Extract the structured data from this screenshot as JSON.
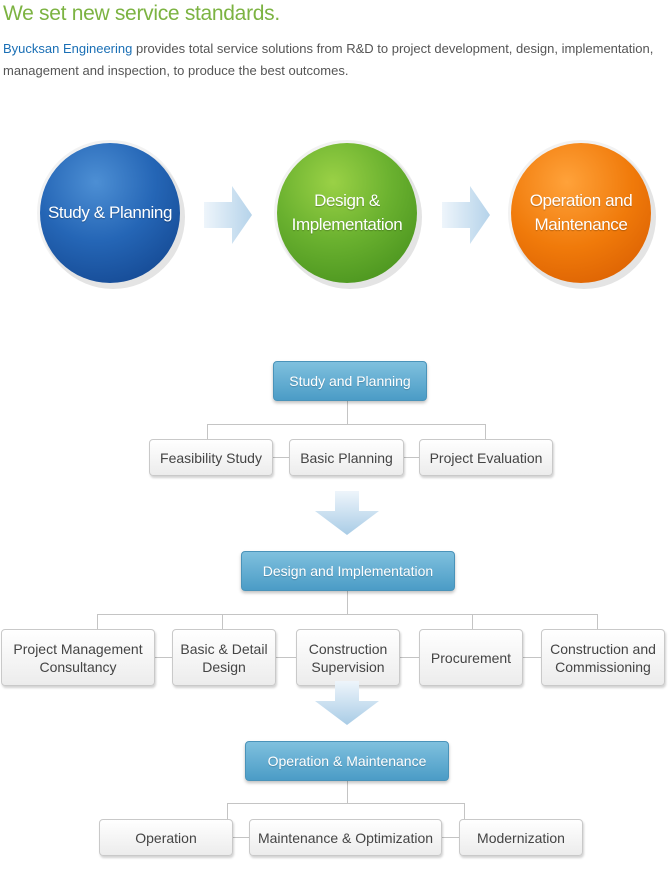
{
  "header": {
    "title": "We set new service standards.",
    "intro_brand": "Byucksan Engineering",
    "intro_text": " provides total service solutions from R&D to project development, design, implementation, management and inspection, to produce the best outcomes."
  },
  "process": {
    "stages": [
      {
        "line1": "Study & Planning",
        "line2": ""
      },
      {
        "line1": "Design &",
        "line2": "Implementation"
      },
      {
        "line1": "Operation and",
        "line2": "Maintenance"
      }
    ],
    "colors": {
      "blue": "#2566b6",
      "green": "#6ab12f",
      "orange": "#f07a0a"
    }
  },
  "hierarchy": {
    "study": {
      "title": "Study and Planning",
      "items": [
        {
          "line1": "Feasibility Study",
          "line2": ""
        },
        {
          "line1": "Basic Planning",
          "line2": ""
        },
        {
          "line1": "Project Evaluation",
          "line2": ""
        }
      ]
    },
    "design": {
      "title": "Design and Implementation",
      "items": [
        {
          "line1": "Project Management",
          "line2": "Consultancy"
        },
        {
          "line1": "Basic & Detail",
          "line2": "Design"
        },
        {
          "line1": "Construction",
          "line2": "Supervision"
        },
        {
          "line1": "Procurement",
          "line2": ""
        },
        {
          "line1": "Construction and",
          "line2": "Commissioning"
        }
      ]
    },
    "operation": {
      "title": "Operation & Maintenance",
      "items": [
        {
          "line1": "Operation",
          "line2": ""
        },
        {
          "line1": "Maintenance & Optimization",
          "line2": ""
        },
        {
          "line1": "Modernization",
          "line2": ""
        }
      ]
    },
    "colors": {
      "header_blue": "#4b9cc6",
      "node_border": "#c9c9c9",
      "line": "#c4c4c4"
    }
  }
}
